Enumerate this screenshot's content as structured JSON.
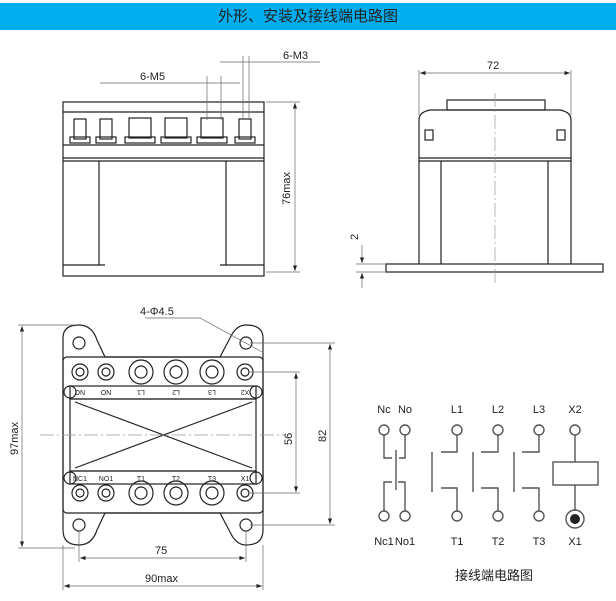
{
  "header": {
    "title": "外形、安装及接线端电路图"
  },
  "front_view": {
    "m5": "6-M5",
    "m3": "6-M3",
    "height": "76max"
  },
  "side_view": {
    "width": "72",
    "flange": "2"
  },
  "bottom_view": {
    "holes": "4-Φ4.5",
    "d56": "56",
    "d82": "82",
    "d97": "97max",
    "d75": "75",
    "d90": "90max",
    "top_labels": [
      "NC",
      "NO",
      "L1",
      "L2",
      "L3",
      "X2"
    ],
    "bottom_labels": [
      "NC1",
      "NO1",
      "T1",
      "T2",
      "T3",
      "X1"
    ]
  },
  "circuit": {
    "top": [
      "Nc",
      "No",
      "L1",
      "L2",
      "L3",
      "X2"
    ],
    "bottom": [
      "Nc1",
      "No1",
      "T1",
      "T2",
      "T3",
      "X1"
    ],
    "caption": "接线端电路图"
  }
}
